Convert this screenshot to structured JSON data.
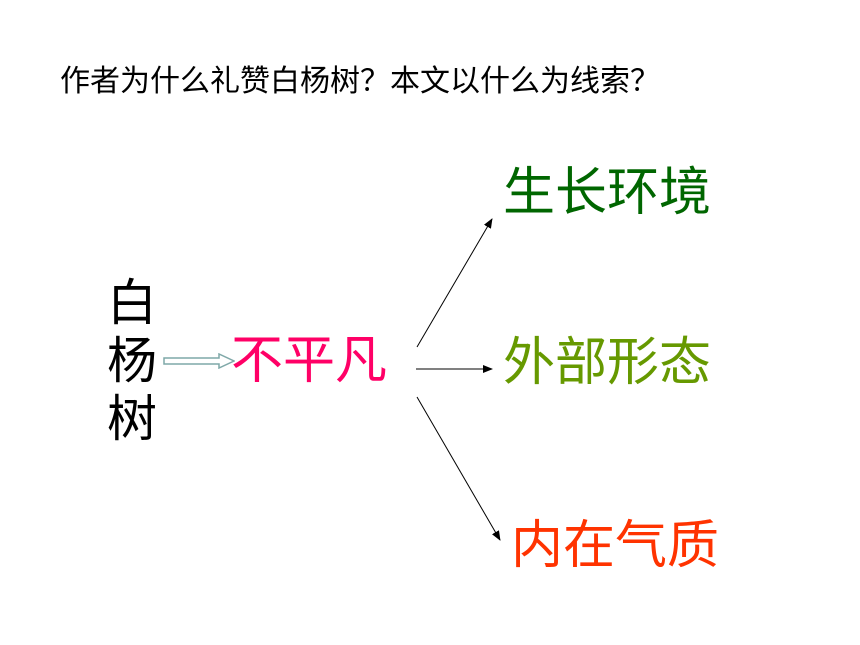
{
  "question": "作者为什么礼赞白杨树？本文以什么为线索？",
  "subject": [
    "白",
    "杨",
    "树"
  ],
  "center": "不平凡",
  "branches": [
    {
      "label": "生长环境",
      "color": "#006600"
    },
    {
      "label": "外部形态",
      "color": "#669900"
    },
    {
      "label": "内在气质",
      "color": "#ff3300"
    }
  ],
  "colors": {
    "center": "#ff0066",
    "text": "#000000",
    "hollow_arrow": "#7fa8a8"
  }
}
